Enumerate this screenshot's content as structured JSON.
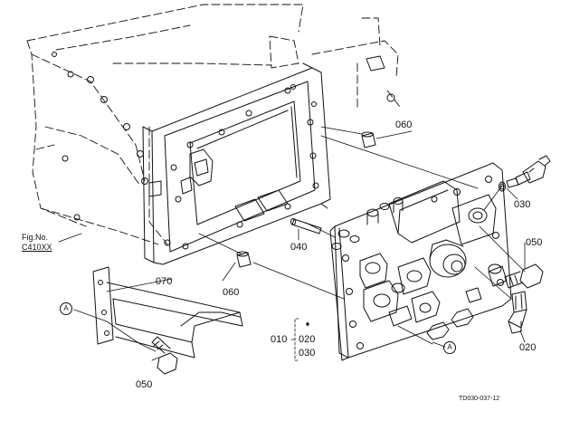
{
  "parts": {
    "p010": "010",
    "p020": "020",
    "p030": "030",
    "p040": "040",
    "p050": "050",
    "p060": "060",
    "p070": "070"
  },
  "reference": {
    "fig_label": "Fig.No.",
    "fig_code": "C410XX",
    "marker": "A"
  },
  "drawing_code": "TD030-037-12"
}
